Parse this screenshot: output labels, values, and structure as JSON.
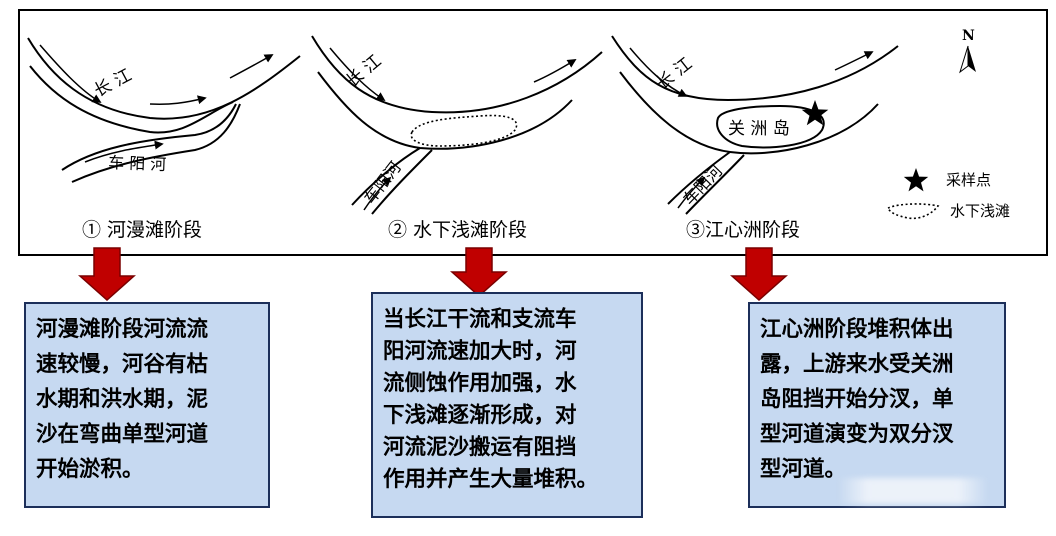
{
  "diagram": {
    "compass": {
      "letter": "N"
    },
    "legend": {
      "sample_point": "采样点",
      "underwater_shoal": "水下浅滩"
    },
    "panels": [
      {
        "stage_label": "① 河漫滩阶段",
        "river_main": "长 江",
        "river_tributary": "车 阳 河",
        "description": "河漫滩阶段河流流\n速较慢，河谷有枯\n水期和洪水期，泥\n沙在弯曲单型河道\n开始淤积。"
      },
      {
        "stage_label": "② 水下浅滩阶段",
        "river_main": "长 江",
        "river_tributary": "车阳河",
        "description": "当长江干流和支流车\n阳河流速加大时，河\n流侧蚀作用加强，水\n下浅滩逐渐形成，对\n河流泥沙搬运有阻挡\n作用并产生大量堆积。"
      },
      {
        "stage_label": "③江心洲阶段",
        "river_main": "长 江",
        "river_tributary": "车阳河",
        "island": "关 洲 岛",
        "description": "江心洲阶段堆积体出\n露，上游来水受关洲\n岛阻挡开始分汊，单\n型河道演变为双分汊\n型河道。"
      }
    ]
  },
  "colors": {
    "arrow_fill": "#c00000",
    "box_fill": "#c6d9f1",
    "box_border": "#1c2f5a",
    "line": "#000000"
  }
}
